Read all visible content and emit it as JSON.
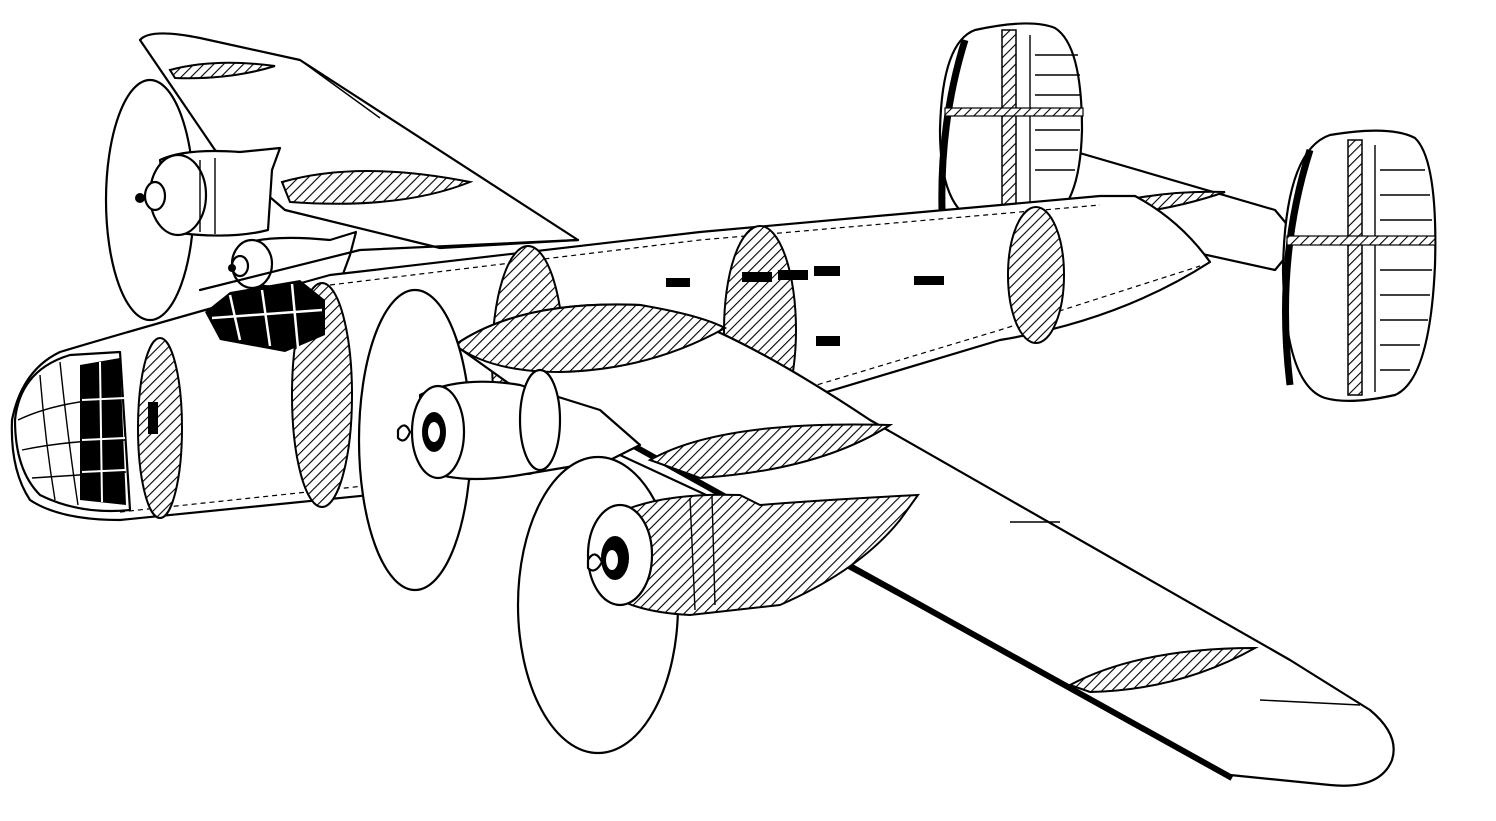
{
  "figure": {
    "colors": {
      "ink": "#000000",
      "paper": "#ffffff"
    },
    "parts": [
      "left-wing",
      "right-wing",
      "fuselage",
      "nose-turret",
      "cockpit-canopy",
      "horizontal-stabilizer",
      "left-fin",
      "right-fin",
      "engine-1",
      "engine-2",
      "engine-3",
      "engine-4",
      "propeller-disc-1",
      "propeller-disc-2",
      "propeller-disc-3",
      "propeller-disc-4"
    ]
  }
}
